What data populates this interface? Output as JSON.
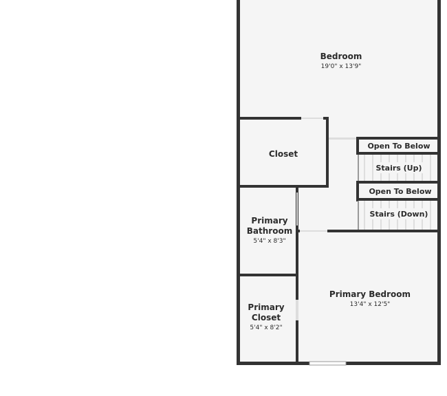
{
  "floorplan": {
    "rooms": {
      "bedroom": {
        "name": "Bedroom",
        "dim": "19'0\" x 13'9\""
      },
      "closet": {
        "name": "Closet"
      },
      "primary_bathroom": {
        "name_line1": "Primary",
        "name_line2": "Bathroom",
        "dim": "5'4\" x 8'3\""
      },
      "primary_closet": {
        "name_line1": "Primary",
        "name_line2": "Closet",
        "dim": "5'4\" x 8'2\""
      },
      "primary_bedroom": {
        "name": "Primary Bedroom",
        "dim": "13'4\" x 12'5\""
      }
    },
    "labels": {
      "open_to_below_1": "Open To Below",
      "stairs_up": "Stairs (Up)",
      "open_to_below_2": "Open To Below",
      "stairs_down": "Stairs (Down)"
    },
    "colors": {
      "wall": "#333333",
      "floor": "#f5f5f5",
      "background": "#ffffff"
    }
  }
}
